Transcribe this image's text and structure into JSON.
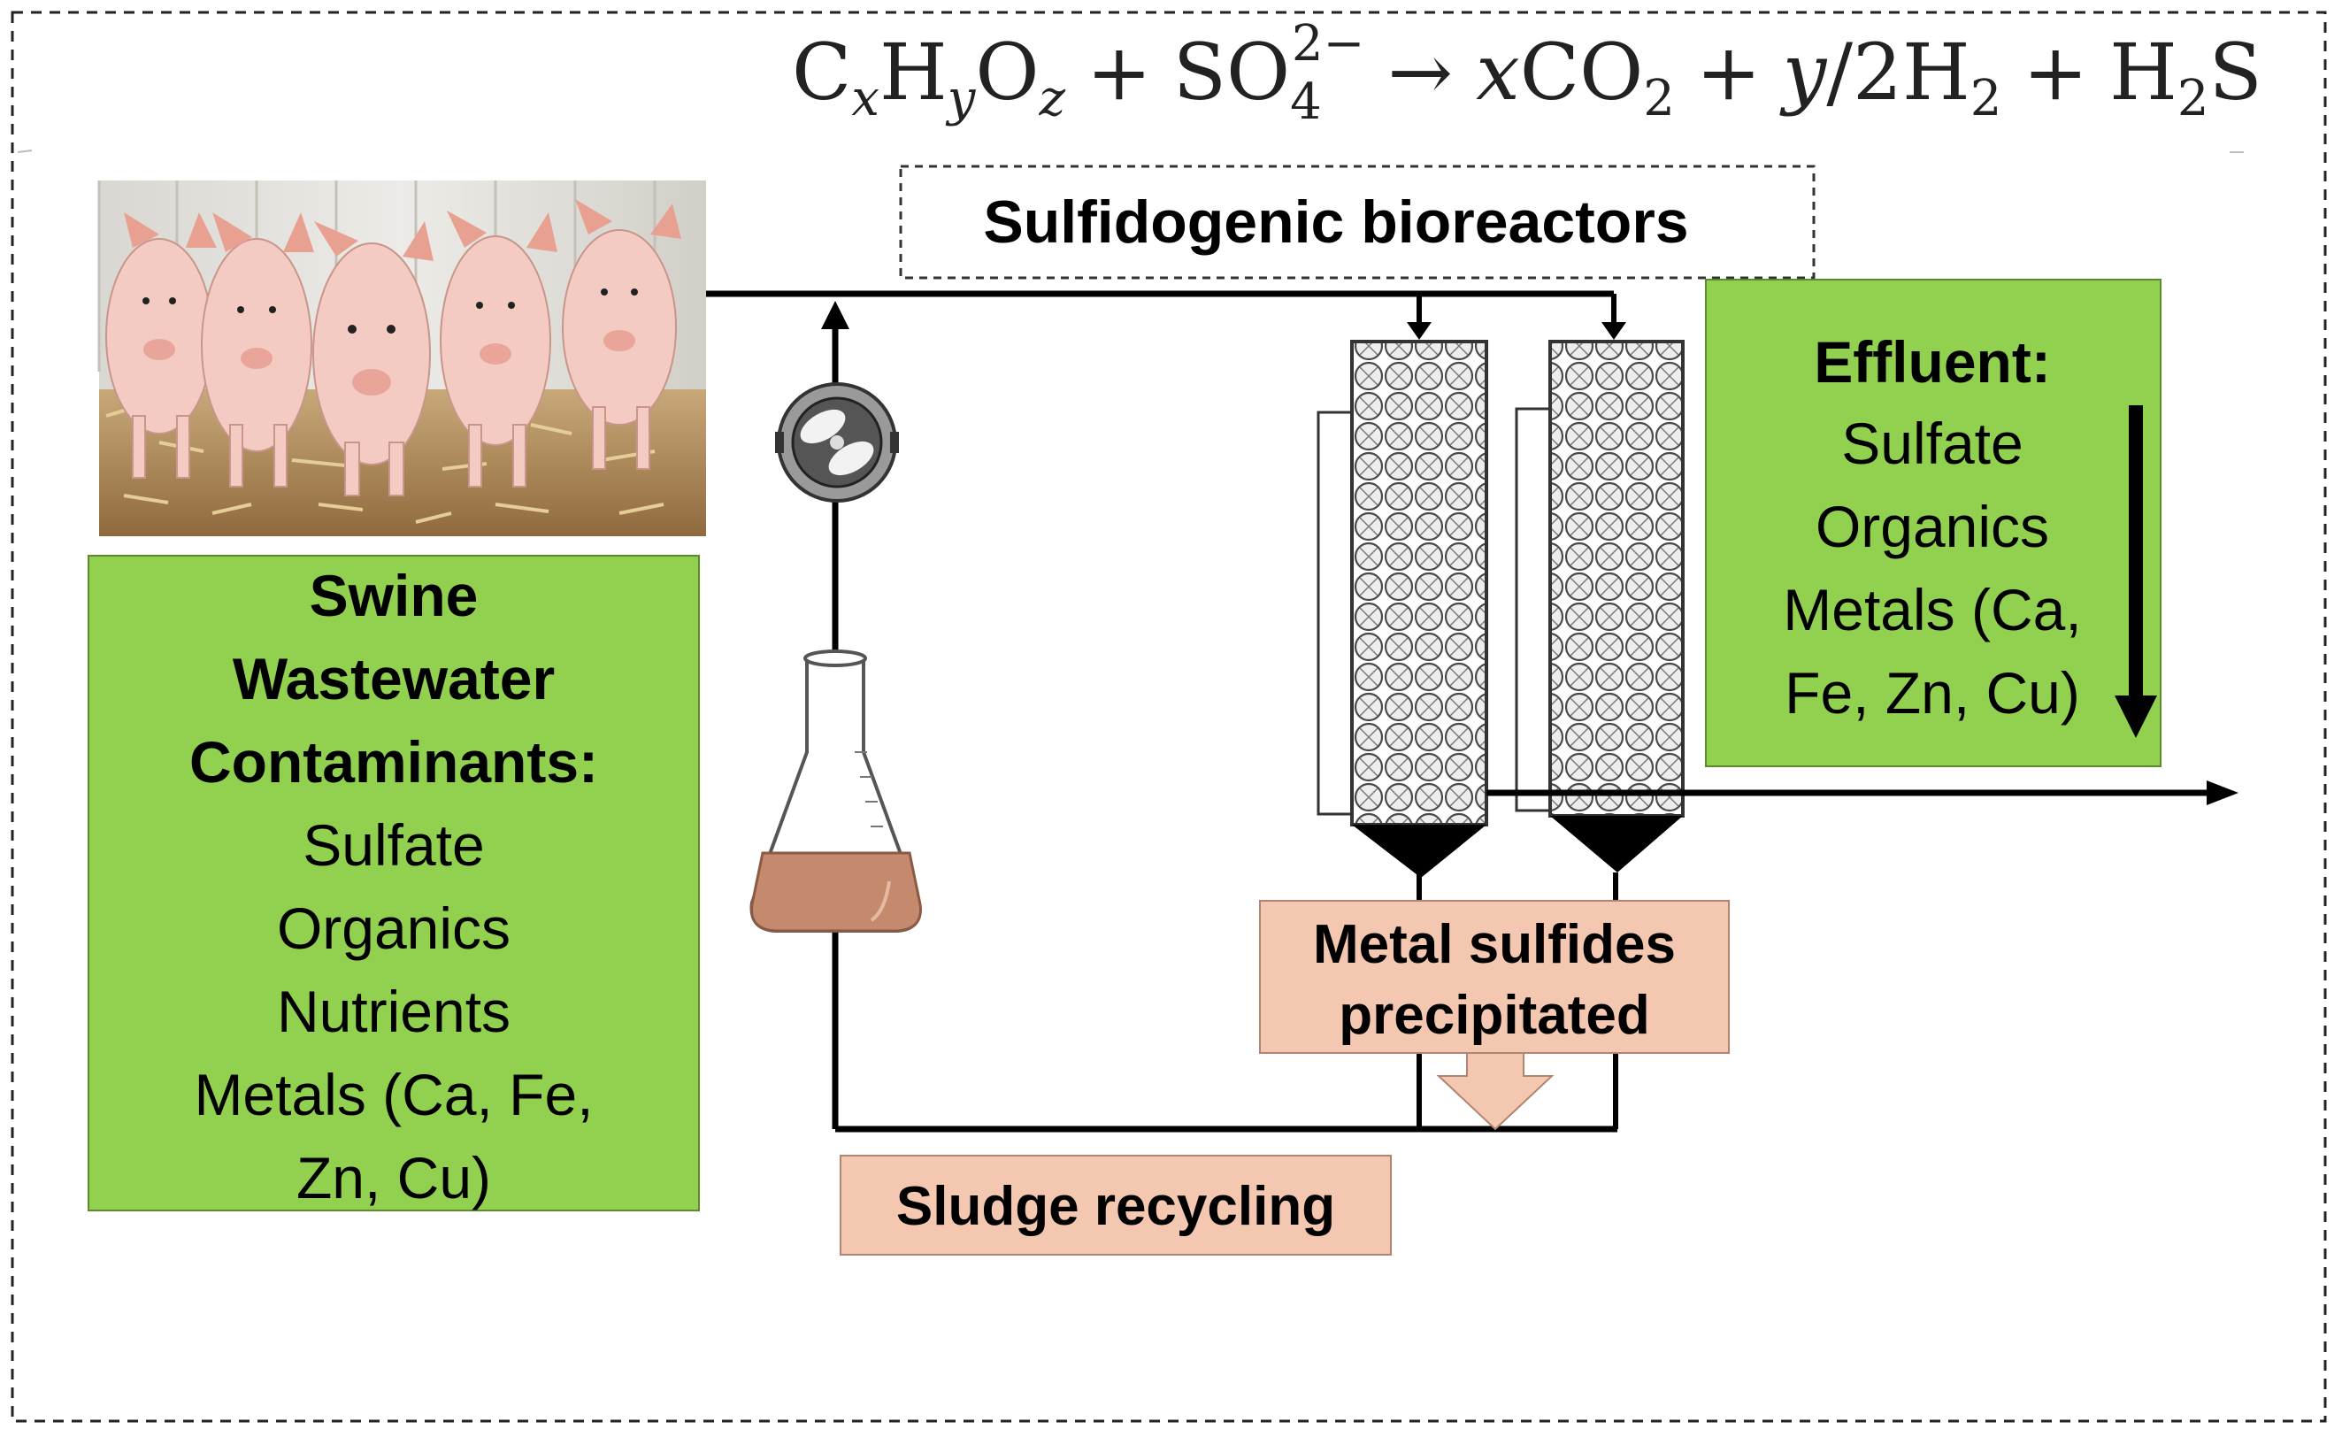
{
  "equation": {
    "reactant_1": "C",
    "reactant_1_sub_x": "x",
    "reactant_1_h": "H",
    "reactant_1_sub_y": "y",
    "reactant_1_o": "O",
    "reactant_1_sub_z": "z",
    "plus_1": "+",
    "reactant_2": "SO",
    "reactant_2_sub": "4",
    "reactant_2_sup": "2−",
    "arrow": "→",
    "product_1_coef": "x",
    "product_1": "CO",
    "product_1_sub": "2",
    "plus_2": "+",
    "product_2_coef": "y",
    "product_2_div": "/2H",
    "product_2_sub": "2",
    "plus_3": "+",
    "product_3": "H",
    "product_3_sub": "2",
    "product_3_s": "S"
  },
  "bioreactors_label": "Sulfidogenic bioreactors",
  "swine_box": {
    "title_lines": [
      "Swine",
      "Wastewater",
      "Contaminants:"
    ],
    "items": [
      "Sulfate",
      "Organics",
      "Nutrients",
      "Metals (Ca, Fe,",
      "Zn, Cu)"
    ],
    "color": "#92d050"
  },
  "effluent_box": {
    "title": "Effluent:",
    "items": [
      "Sulfate",
      "Organics",
      "Metals (Ca,",
      "Fe, Zn, Cu)"
    ],
    "color": "#92d050"
  },
  "metal_sulfides_box": {
    "lines": [
      "Metal sulfides",
      "precipitated"
    ],
    "color": "#f4c7b0"
  },
  "sludge_box": {
    "label": "Sludge recycling",
    "color": "#f4c7b0"
  },
  "icons": {
    "photo": "pigs-photo",
    "pump": "pump-icon",
    "flask": "erlenmeyer-flask-icon",
    "reactor": "packed-column-icon"
  }
}
